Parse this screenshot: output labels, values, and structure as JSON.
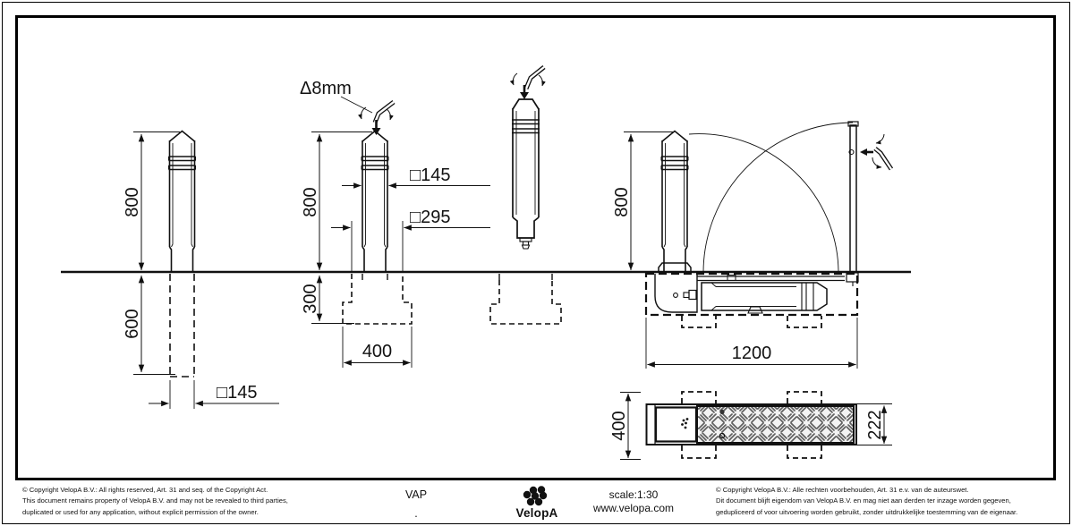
{
  "colors": {
    "line": "#111111",
    "background": "#ffffff"
  },
  "dimensions": {
    "view1": {
      "height": "800",
      "depth": "600",
      "width": "□145"
    },
    "view2": {
      "key_size": "Δ8mm",
      "height": "800",
      "width": "□145",
      "sleeve_width": "□295",
      "foundation_depth": "300",
      "foundation_width": "400"
    },
    "view4": {
      "height": "800",
      "recess_length": "1200"
    },
    "top_view": {
      "overall_width": "400",
      "lid_width": "222"
    }
  },
  "title_block": {
    "copyright_en": [
      "©  Copyright VelopA B.V.: All rights reserved, Art. 31 and seq. of the Copyright Act.",
      "This document remains property of VelopA B.V. and may not be revealed to third parties,",
      "duplicated or used for any application, without explicit permission of the owner."
    ],
    "product_code": "VAP",
    "product_note": ".",
    "brand": "VelopA",
    "scale_label": "scale:1:30",
    "website": "www.velopa.com",
    "copyright_nl": [
      "©  Copyright VelopA B.V.: Alle rechten voorbehouden, Art. 31 e.v. van de auteurswet.",
      "Dit document blijft eigendom van VelopA B.V. en mag niet aan derden ter inzage worden gegeven,",
      "gedupliceerd of voor uitvoering worden gebruikt, zonder uitdrukkelijke toestemming van de eigenaar."
    ]
  }
}
